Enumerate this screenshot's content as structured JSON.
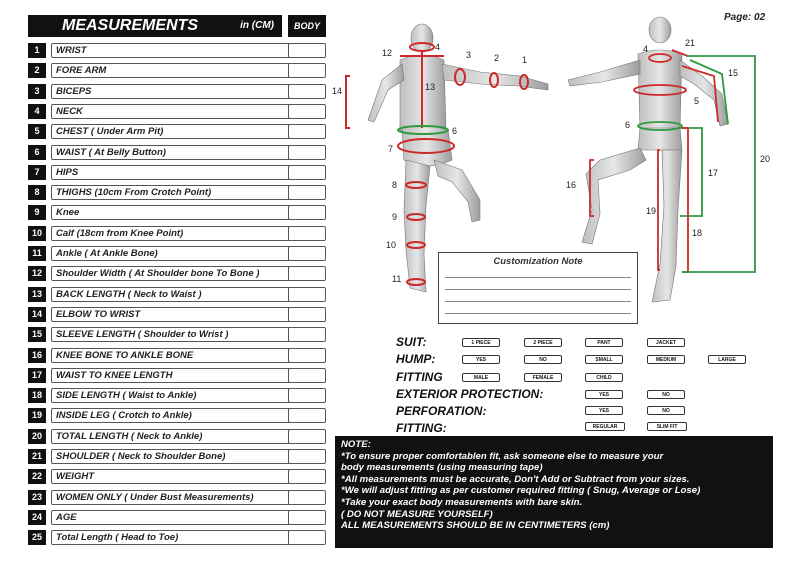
{
  "header": {
    "title": "MEASUREMENTS",
    "unit": "in (CM)",
    "body_col": "BODY",
    "page": "Page: 02"
  },
  "rows": [
    {
      "n": "1",
      "label": "WRIST"
    },
    {
      "n": "2",
      "label": "FORE ARM"
    },
    {
      "n": "3",
      "label": "BICEPS"
    },
    {
      "n": "4",
      "label": "NECK"
    },
    {
      "n": "5",
      "label": "CHEST ( Under Arm Pit)"
    },
    {
      "n": "6",
      "label": "WAIST ( At Belly Button)"
    },
    {
      "n": "7",
      "label": "HIPS"
    },
    {
      "n": "8",
      "label": "THIGHS (10cm  From  Crotch Point)"
    },
    {
      "n": "9",
      "label": "Knee"
    },
    {
      "n": "10",
      "label": "Calf (18cm from Knee Point)"
    },
    {
      "n": "11",
      "label": "Ankle ( At Ankle Bone)"
    },
    {
      "n": "12",
      "label": "Shoulder Width ( At Shoulder bone To Bone )"
    },
    {
      "n": "13",
      "label": "BACK LENGTH ( Neck to Waist )"
    },
    {
      "n": "14",
      "label": "ELBOW TO WRIST"
    },
    {
      "n": "15",
      "label": "SLEEVE LENGTH ( Shoulder to Wrist )"
    },
    {
      "n": "16",
      "label": "KNEE BONE TO ANKLE BONE"
    },
    {
      "n": "17",
      "label": "WAIST TO KNEE LENGTH"
    },
    {
      "n": "18",
      "label": "SIDE LENGTH ( Waist to Ankle)"
    },
    {
      "n": "19",
      "label": "INSIDE LEG ( Crotch to Ankle)"
    },
    {
      "n": "20",
      "label": "TOTAL LENGTH ( Neck to Ankle)"
    },
    {
      "n": "21",
      "label": "SHOULDER ( Neck to Shoulder Bone)"
    },
    {
      "n": "22",
      "label": "WEIGHT"
    },
    {
      "n": "23",
      "label": "WOMEN ONLY ( Under Bust Measurements)"
    },
    {
      "n": "24",
      "label": "AGE"
    },
    {
      "n": "25",
      "label": "Total Length ( Head to Toe)"
    }
  ],
  "figure": {
    "back_numbers": [
      "12",
      "4",
      "3",
      "2",
      "1",
      "14",
      "13",
      "6",
      "7",
      "8",
      "9",
      "10",
      "11"
    ],
    "front_numbers": [
      "4",
      "21",
      "15",
      "5",
      "6",
      "16",
      "17",
      "19",
      "18",
      "20"
    ]
  },
  "customization_note": {
    "title": "Customization Note"
  },
  "options": {
    "suit": {
      "label": "SUIT:",
      "choices": [
        "1 PIECE",
        "2 PIECE",
        "PANT",
        "JACKET"
      ]
    },
    "hump": {
      "label": "HUMP:",
      "choices": [
        "YES",
        "NO",
        "SMALL",
        "MEDIUM",
        "LARGE"
      ]
    },
    "fitting1": {
      "label": "FITTING",
      "choices": [
        "MALE",
        "FEMALE",
        "CHILD"
      ]
    },
    "exterior": {
      "label": "EXTERIOR PROTECTION:",
      "choices": [
        "YES",
        "NO"
      ]
    },
    "perforation": {
      "label": "PERFORATION:",
      "choices": [
        "YES",
        "NO"
      ]
    },
    "fitting2": {
      "label": "FITTING:",
      "choices": [
        "REGULAR",
        "SLIM FIT"
      ]
    }
  },
  "note": {
    "title": "NOTE:",
    "lines": [
      "*To ensure proper comfortablen  fit, ask someone else to measure your",
      "body measurements (using measuring tape)",
      "*All measurements must be accurate, Don't Add or Subtract from your sizes.",
      "*We will adjust fitting as per customer required fitting ( Snug, Average or Lose)",
      "*Take your exact body measurements with bare skin.",
      "( DO NOT MEASURE YOURSELF)",
      "ALL MEASUREMENTS SHOULD BE IN CENTIMETERS (cm)"
    ]
  },
  "colors": {
    "measure_red": "#cc2a2a",
    "measure_green": "#2e9a3e",
    "header_bg": "#111111"
  }
}
